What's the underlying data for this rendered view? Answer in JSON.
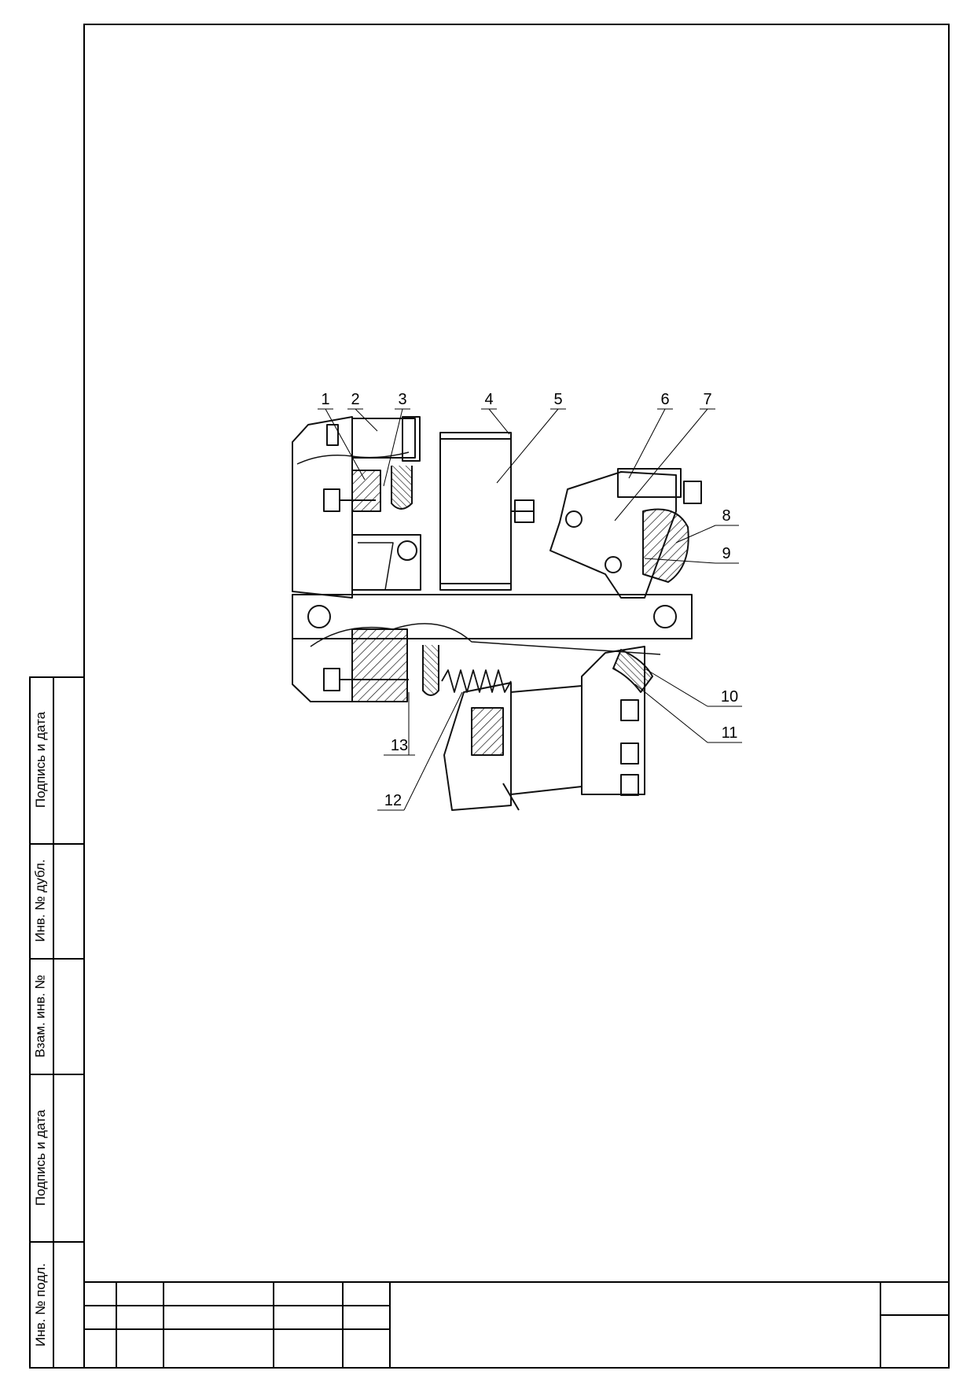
{
  "side_labels": [
    "Инв. № подл.",
    "Подпись и дата",
    "Взам. инв. №",
    "Инв. № дубл.",
    "Подпись и дата"
  ],
  "callouts": [
    "1",
    "2",
    "3",
    "4",
    "5",
    "6",
    "7",
    "8",
    "9",
    "10",
    "11",
    "12",
    "13"
  ]
}
